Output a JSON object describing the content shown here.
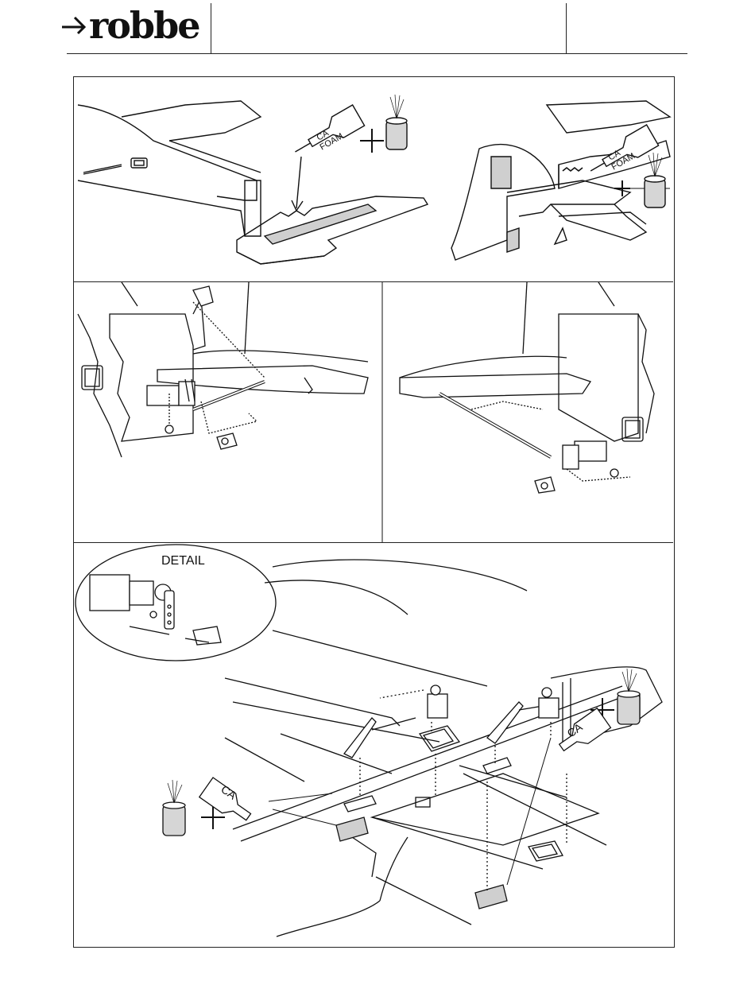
{
  "header": {
    "brand": "robbe"
  },
  "panel1": {
    "left_bottle_label_line1": "CA",
    "left_bottle_label_line2": "FOAM",
    "right_bottle_label_line1": "CA",
    "right_bottle_label_line2": "FOAM"
  },
  "panel3": {
    "detail_label": "DETAIL",
    "left_bottle_label": "CA",
    "right_bottle_label": "CA"
  },
  "icons": {
    "logo": "robbe-arrow-logo",
    "plus": "plus-sign",
    "activator_can": "spray-can-icon"
  }
}
